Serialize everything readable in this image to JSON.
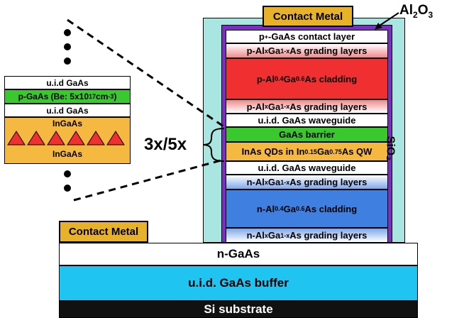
{
  "colors": {
    "contact_metal": "#e8b12a",
    "oxide_sio2": "#a9e6e2",
    "al2o3_border": "#7b2fbf",
    "p_cladding": "#f03030",
    "n_cladding": "#3f7fe0",
    "gaas_barrier": "#39c82d",
    "qd_layer": "#f5b942",
    "p_grading": "#f6b3b3",
    "n_grading": "#b7cff3",
    "buffer": "#1fc4f0",
    "substrate": "#111111",
    "p_gaas_inset": "#39c82d"
  },
  "labels": {
    "contact_metal_top": "Contact Metal",
    "contact_metal_left": "Contact Metal",
    "al2o3": {
      "base": "Al",
      "sub1": "2",
      "mid": "O",
      "sub2": "3"
    },
    "sio2": "SiO₂",
    "repeat": "3x/5x",
    "n_gaas": "n-GaAs",
    "buffer": "u.i.d. GaAs buffer",
    "substrate": "Si substrate"
  },
  "stack": {
    "contact_layer": {
      "pre": "p",
      "sup": "+",
      "post": "-GaAs contact layer"
    },
    "p_grading_top": {
      "a": "p-Al",
      "s1": "x",
      "b": "Ga",
      "s2": "1-x",
      "c": "As grading layers"
    },
    "p_cladding": {
      "a": "p-Al",
      "s1": "0.4",
      "b": "Ga",
      "s2": "0.6",
      "c": "As cladding"
    },
    "p_grading_bottom": {
      "a": "p-Al",
      "s1": "x",
      "b": "Ga",
      "s2": "1-x",
      "c": "As grading layers"
    },
    "waveguide_top": "u.i.d. GaAs waveguide",
    "barrier": "GaAs barrier",
    "qd": {
      "a": "InAs QDs in In",
      "s1": "0.15",
      "b": "Ga",
      "s2": "0.75",
      "c": "As QW"
    },
    "waveguide_bottom": "u.i.d. GaAs waveguide",
    "n_grading_top": {
      "a": "n-Al",
      "s1": "x",
      "b": "Ga",
      "s2": "1-x",
      "c": "As grading layers"
    },
    "n_cladding": {
      "a": "n-Al",
      "s1": "0.4",
      "b": "Ga",
      "s2": "0.6",
      "c": "As cladding"
    },
    "n_grading_bottom": {
      "a": "n-Al",
      "s1": "x",
      "b": "Ga",
      "s2": "1-x",
      "c": "As grading layers"
    }
  },
  "inset": {
    "uid_gaas_top": "u.i.d GaAs",
    "p_gaas": {
      "a": "p-GaAs (Be: 5x10",
      "sup": "17",
      "b": " cm",
      "sup2": "-3",
      "c": ")"
    },
    "uid_gaas_bottom": "u.i.d GaAs",
    "ingaas_top": "InGaAs",
    "ingaas_bottom": "InGaAs"
  }
}
